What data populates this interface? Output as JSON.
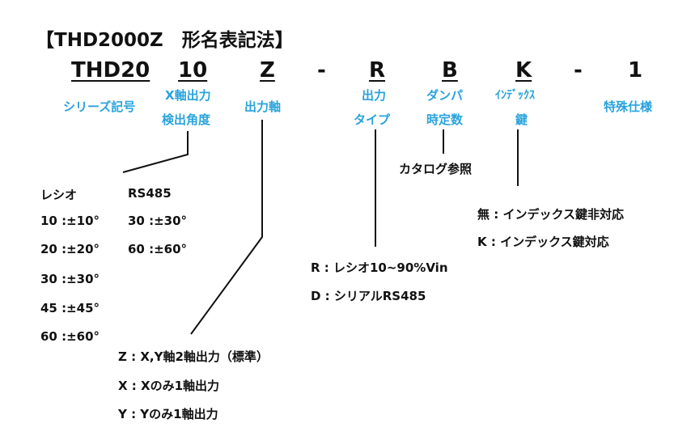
{
  "title": "【THD2000Z　形名表記法】",
  "model": {
    "base": "THD20",
    "angle": "10",
    "axis": "Z",
    "sep1": "-",
    "output": "R",
    "damper": "B",
    "index": "K",
    "sep2": "-",
    "special": "1"
  },
  "labels": {
    "series_name": "シリーズ記号",
    "angle_line1": "X軸出力",
    "angle_line2": "検出角度",
    "axis": "出力軸",
    "output_line1": "出力",
    "output_line2": "タイプ",
    "damper_line1": "ダンパ",
    "damper_line2": "時定数",
    "index_line1": "ｲﾝﾃﾞｯｸｽ",
    "index_line2": "鍵",
    "special": "特殊仕様"
  },
  "colors": {
    "accent": "#29a3dc",
    "text": "#111111",
    "line": "#111111"
  },
  "angle_options": {
    "col1_header": "レシオ",
    "col2_header": "RS485",
    "col1": [
      "10 :±10°",
      "20 :±20°",
      "30 :±30°",
      "45 :±45°",
      "60 :±60°"
    ],
    "col2": [
      "30 :±30°",
      "60 :±60°"
    ]
  },
  "axis_options": [
    "Z : X,Y軸2軸出力（標準）",
    "X : Xのみ1軸出力",
    "Y : Yのみ1軸出力"
  ],
  "output_options": [
    "R : レシオ10~90%Vin",
    "D : シリアルRS485"
  ],
  "damper_note": "カタログ参照",
  "index_options": [
    "無 : インデックス鍵非対応",
    "K : インデックス鍵対応"
  ]
}
